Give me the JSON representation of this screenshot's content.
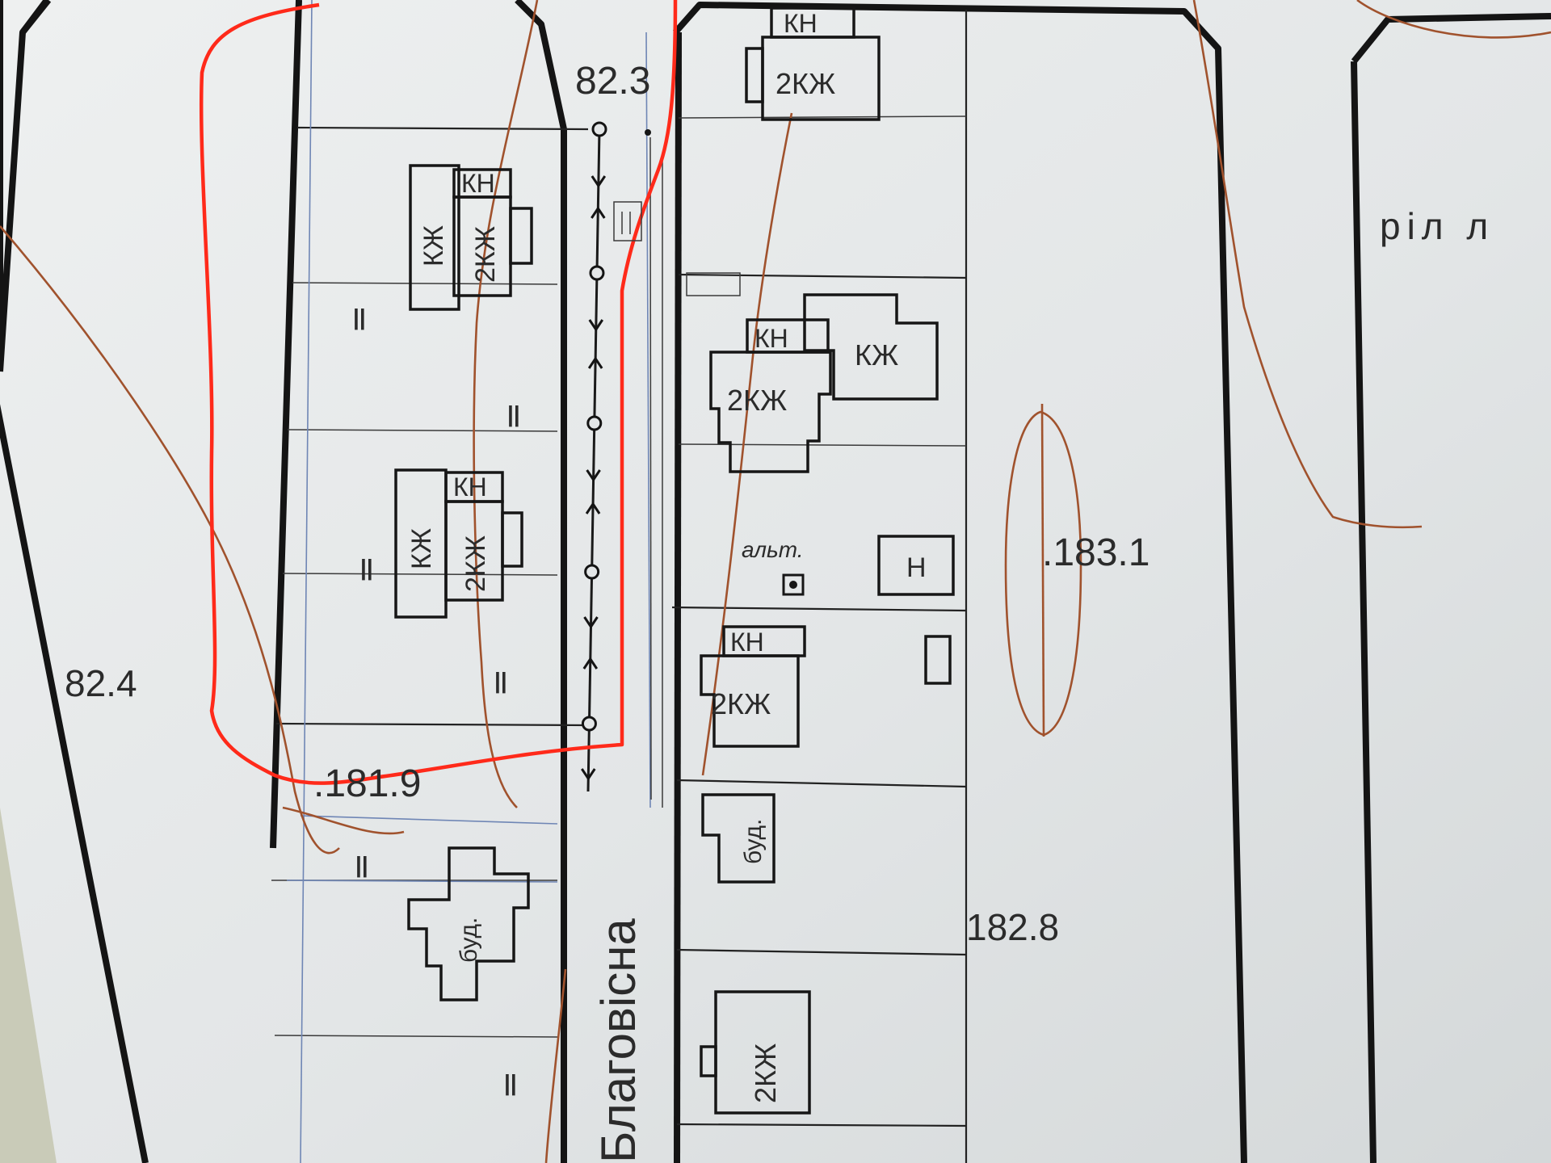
{
  "map": {
    "street_name": "Благовісна",
    "field_label": "ріл л",
    "elevations": {
      "top": "82.3",
      "left": "82.4",
      "center_left": ".181.9",
      "center_right": ".183.1",
      "right": "182.8"
    },
    "buildings": {
      "kn": "КН",
      "kzh": "КЖ",
      "two_kzh": "2КЖ",
      "bud": "буд.",
      "n": "Н",
      "alt": "альт."
    },
    "hatch_mark": "||",
    "colors": {
      "paper": "#e3e6e7",
      "linework": "#161616",
      "contour": "#a0522d",
      "highlight": "#ff2a1a",
      "parcel_blue": "#6f86b5"
    }
  }
}
